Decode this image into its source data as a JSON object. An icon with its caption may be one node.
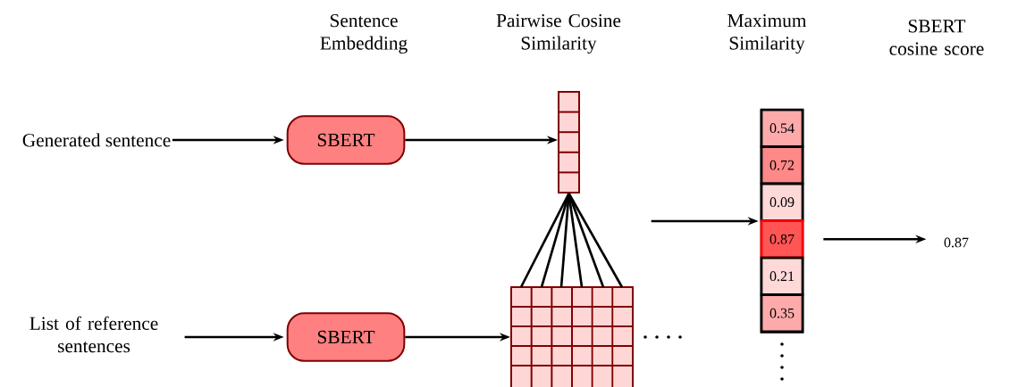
{
  "diagram": {
    "nodes": [
      {
        "text": [
          "Generated sentence"
        ]
      },
      {
        "text": [
          "SBERT"
        ]
      },
      {
        "text": [],
        "shape": "box"
      },
      {
        "text": [
          "List of reference sentences"
        ]
      },
      {
        "text": [
          "SBERT"
        ]
      },
      {
        "text": [],
        "shape": "box"
      },
      {
        "text": [],
        "shape": "box"
      },
      {
        "text": [
          "0.54"
        ],
        "in": 6
      },
      {
        "text": [
          "0.72"
        ],
        "in": 6
      },
      {
        "text": [
          "0.09"
        ],
        "in": 6
      },
      {
        "text": [
          "0.87"
        ],
        "in": 6
      },
      {
        "text": [
          "0.21"
        ],
        "in": 6
      },
      {
        "text": [
          "0.35"
        ],
        "in": 6
      },
      {
        "text": [
          "0.87"
        ]
      }
    ],
    "edges": [
      {
        "from": 0,
        "to": 1,
        "arrow": "to"
      },
      {
        "from": 1,
        "to": 2,
        "arrow": "to"
      },
      {
        "from": 3,
        "to": 4,
        "arrow": "to"
      },
      {
        "from": 4,
        "to": 5,
        "arrow": "to"
      },
      {
        "from": 2,
        "to": 5,
        "arrow": "none"
      },
      {
        "from": 2,
        "to": 5,
        "arrow": "none"
      },
      {
        "from": 2,
        "to": 5,
        "arrow": "none"
      },
      {
        "from": 2,
        "to": 5,
        "arrow": "none"
      },
      {
        "from": 2,
        "to": 5,
        "arrow": "none"
      },
      {
        "from": 2,
        "to": 5,
        "arrow": "none"
      },
      {
        "from": null,
        "to": 6,
        "arrow": "to"
      },
      {
        "from": 10,
        "to": 13,
        "arrow": "to"
      }
    ],
    "labels": [
      "Sentence Embedding",
      "Pairwise Cosine Similarity",
      "Maximum Similarity",
      "SBERT cosine score"
    ]
  }
}
